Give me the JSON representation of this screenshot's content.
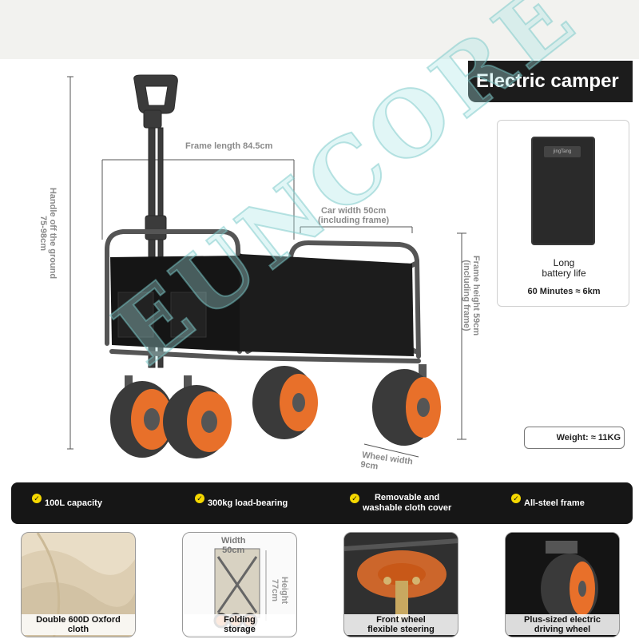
{
  "title": "Electric camper",
  "watermark_text": "EUNCORE",
  "dimensions": {
    "frame_length": "Frame length 84.5cm",
    "car_width_line1": "Car width 50cm",
    "car_width_line2": "(including frame)",
    "handle_line1": "Handle off the ground",
    "handle_line2": "75-98cm",
    "frame_height_line1": "Frame height 59cm",
    "frame_height_line2": "(including frame)",
    "wheel_width_line1": "Wheel width",
    "wheel_width_line2": "9cm"
  },
  "battery": {
    "brand": "jingTang",
    "label_line1": "Long",
    "label_line2": "battery life",
    "runtime": "60 Minutes ≈ 6km"
  },
  "weight": "Weight: ≈ 11KG",
  "features": [
    {
      "line1": "100L capacity",
      "line2": ""
    },
    {
      "line1": "300kg load-bearing",
      "line2": ""
    },
    {
      "line1": "Removable and",
      "line2": "washable cloth cover"
    },
    {
      "line1": "All-steel frame",
      "line2": ""
    }
  ],
  "thumbnails": [
    {
      "line1": "Double 600D Oxford",
      "line2": "cloth"
    },
    {
      "line1": "Folding",
      "line2": "storage",
      "width_label": "Width",
      "width_value": "50cm",
      "height_label": "Height",
      "height_value": "77cm"
    },
    {
      "line1": "Front wheel",
      "line2": "flexible steering"
    },
    {
      "line1": "Plus-sized electric",
      "line2": "driving wheel"
    }
  ],
  "colors": {
    "accent_orange": "#e8702a",
    "frame_gray": "#4a4a4a",
    "fabric_black": "#151515",
    "badge_black": "#1c1c1c",
    "check_yellow": "#f5d800"
  }
}
